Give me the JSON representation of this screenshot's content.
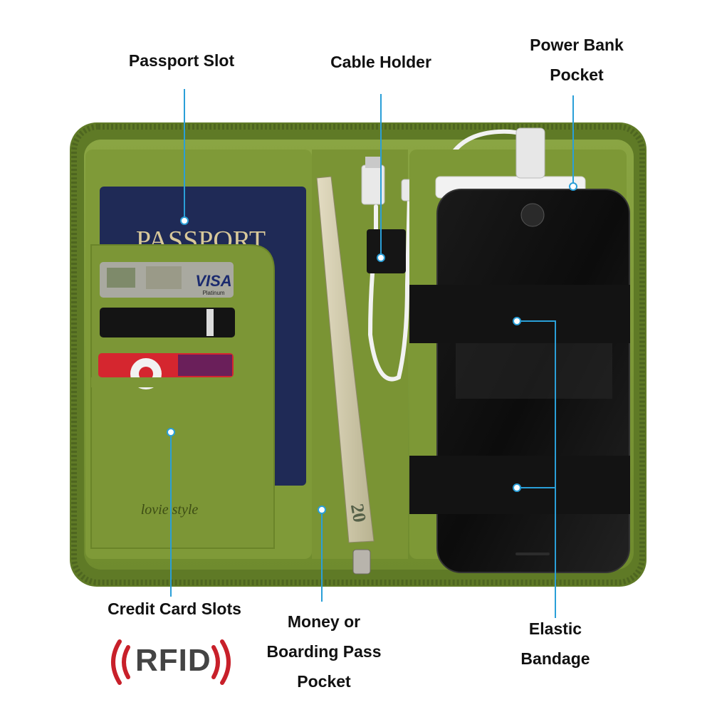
{
  "labels": {
    "passport_slot": "Passport Slot",
    "cable_holder": "Cable Holder",
    "power_bank_line1": "Power Bank",
    "power_bank_line2": "Pocket",
    "credit_card_slots": "Credit Card Slots",
    "money_line1": "Money or",
    "money_line2": "Boarding Pass",
    "money_line3": "Pocket",
    "elastic_line1": "Elastic",
    "elastic_line2": "Bandage"
  },
  "product": {
    "passport_text": "PASSPORT",
    "brand_script": "lovie style",
    "card_brand": "VISA",
    "card_tier": "Platinum",
    "bill_denomination": "20"
  },
  "badge": {
    "text": "RFID"
  },
  "colors": {
    "wallet_green": "#7e9a3a",
    "wallet_dark": "#5f7a26",
    "passport_navy": "#1f2a56",
    "passport_gold": "#d8c89a",
    "callout_blue": "#2a9fd8",
    "rfid_red": "#c8202a",
    "rfid_text": "#444444"
  },
  "icons": [
    "rfid-wave-icon"
  ]
}
